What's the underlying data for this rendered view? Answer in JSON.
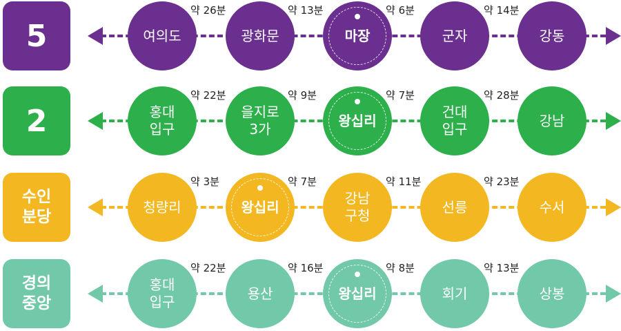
{
  "colors": {
    "line5": "#6a2f8f",
    "line2": "#2db04b",
    "suin": "#f3b821",
    "gyeongui": "#72c9a9"
  },
  "lines": [
    {
      "id": "line5",
      "badge": [
        "5"
      ],
      "stations": [
        {
          "name": [
            "여의도"
          ],
          "current": false
        },
        {
          "name": [
            "광화문"
          ],
          "current": false
        },
        {
          "name": [
            "마장"
          ],
          "current": true
        },
        {
          "name": [
            "군자"
          ],
          "current": false
        },
        {
          "name": [
            "강동"
          ],
          "current": false
        }
      ],
      "times": [
        "약 26분",
        "약 13분",
        "약 6분",
        "약 14분"
      ]
    },
    {
      "id": "line2",
      "badge": [
        "2"
      ],
      "stations": [
        {
          "name": [
            "홍대",
            "입구"
          ],
          "current": false
        },
        {
          "name": [
            "을지로",
            "3가"
          ],
          "current": false
        },
        {
          "name": [
            "왕십리"
          ],
          "current": true
        },
        {
          "name": [
            "건대",
            "입구"
          ],
          "current": false
        },
        {
          "name": [
            "강남"
          ],
          "current": false
        }
      ],
      "times": [
        "약 22분",
        "약 9분",
        "약 7분",
        "약 28분"
      ]
    },
    {
      "id": "suin",
      "badge": [
        "수인",
        "분당"
      ],
      "stations": [
        {
          "name": [
            "청량리"
          ],
          "current": false
        },
        {
          "name": [
            "왕십리"
          ],
          "current": true
        },
        {
          "name": [
            "강남",
            "구청"
          ],
          "current": false
        },
        {
          "name": [
            "선릉"
          ],
          "current": false
        },
        {
          "name": [
            "수서"
          ],
          "current": false
        }
      ],
      "times": [
        "약 3분",
        "약 7분",
        "약 11분",
        "약 23분"
      ]
    },
    {
      "id": "gyeongui",
      "badge": [
        "경의",
        "중앙"
      ],
      "stations": [
        {
          "name": [
            "홍대",
            "입구"
          ],
          "current": false
        },
        {
          "name": [
            "용산"
          ],
          "current": false
        },
        {
          "name": [
            "왕십리"
          ],
          "current": true
        },
        {
          "name": [
            "회기"
          ],
          "current": false
        },
        {
          "name": [
            "상봉"
          ],
          "current": false
        }
      ],
      "times": [
        "약 22분",
        "약 16분",
        "약 8분",
        "약 13분"
      ]
    }
  ]
}
